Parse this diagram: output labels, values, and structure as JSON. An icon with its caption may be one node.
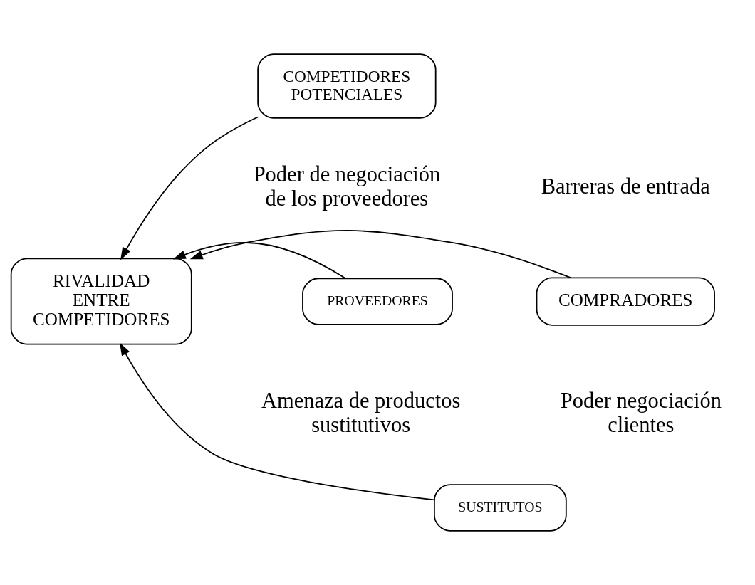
{
  "diagram": {
    "nodes": [
      {
        "text": [
          "COMPETIDORES POTENCIALES"
        ]
      },
      {
        "text": [
          "PROVEEDORES"
        ]
      },
      {
        "text": [
          "RIVALIDAD ENTRE COMPETIDORES"
        ]
      },
      {
        "text": [
          "COMPRADORES"
        ]
      },
      {
        "text": [
          "SUSTITUTOS"
        ]
      }
    ],
    "edges": [
      {
        "from": 0,
        "to": 2,
        "arrow": "to"
      },
      {
        "from": 1,
        "to": 2,
        "arrow": "to"
      },
      {
        "from": 3,
        "to": 2,
        "arrow": "to"
      },
      {
        "from": 4,
        "to": 2,
        "arrow": "to"
      }
    ],
    "labels": [
      "Poder de negociación de los proveedores",
      "Barreras de entrada",
      "Amenaza de productos sustitutivos",
      "Poder negociación clientes"
    ]
  }
}
